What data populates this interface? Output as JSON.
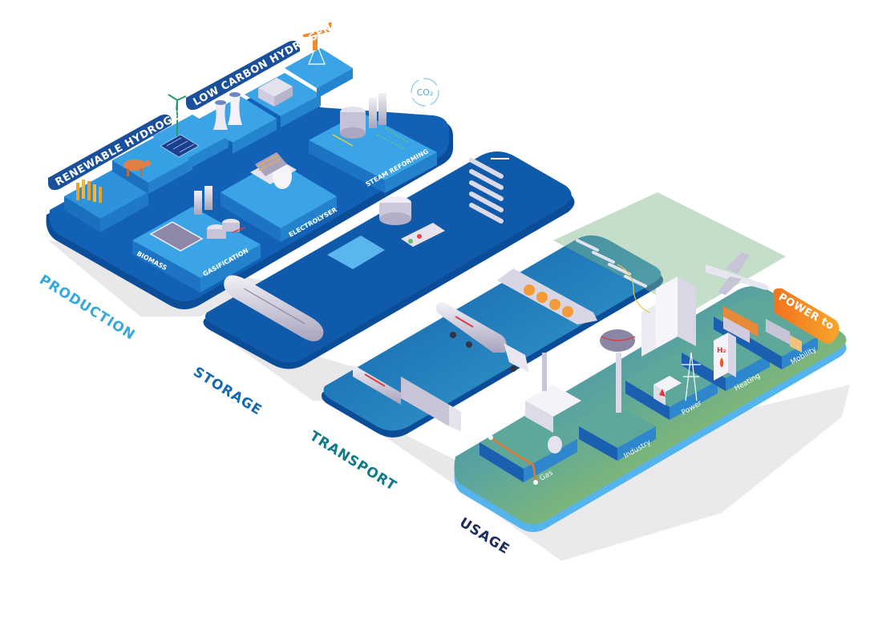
{
  "title": "Hydrogen value chain",
  "colors": {
    "production_label": "#35a8dc",
    "storage_label": "#1468b4",
    "transport_label": "#107a8a",
    "usage_label": "#1a2d5c",
    "banner_bg": "#1a4f9c",
    "power_to_bg": "#f08a1c",
    "platform_dark": "#0d4f9e",
    "platform_mid": "#1f7fd0",
    "platform_light": "#3aa3e3",
    "usage_green": "#b9d431",
    "usage_teal": "#5ea79b"
  },
  "banners": {
    "renewable": "RENEWABLE HYDROGEN",
    "low_carbon": "LOW CARBON HYDROGEN",
    "power_to": "POWER to"
  },
  "production": {
    "items": [
      "BIOMASS",
      "GASIFICATION",
      "ELECTROLYSER",
      "STEAM REFORMING"
    ],
    "co2_symbol": "CO₂"
  },
  "usage": {
    "items": [
      "Gas",
      "Industry",
      "Power",
      "Heating",
      "Mobility"
    ],
    "h2_sign": "H₂"
  },
  "stages": [
    "PRODUCTION",
    "STORAGE",
    "TRANSPORT",
    "USAGE"
  ]
}
